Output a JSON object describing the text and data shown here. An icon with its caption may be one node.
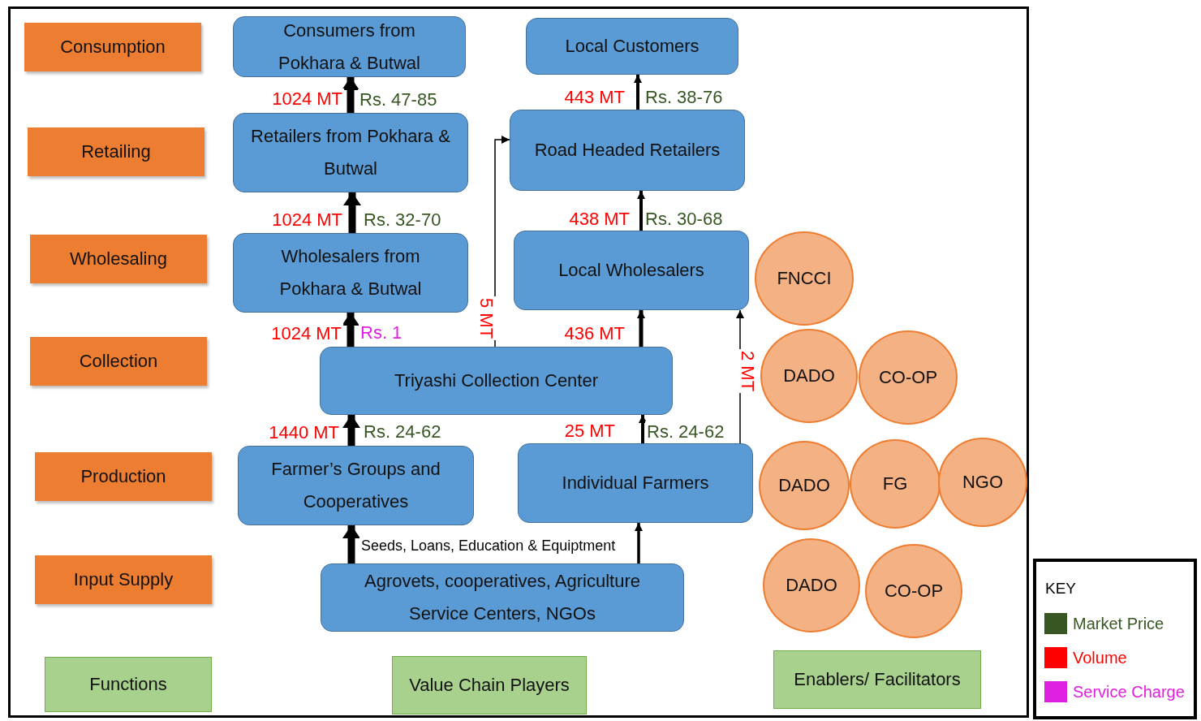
{
  "diagram": {
    "nodes": [
      {
        "text": [
          "Consumption"
        ]
      },
      {
        "text": [
          "Retailing"
        ]
      },
      {
        "text": [
          "Wholesaling"
        ]
      },
      {
        "text": [
          "Collection"
        ]
      },
      {
        "text": [
          "Production"
        ]
      },
      {
        "text": [
          "Input Supply"
        ]
      },
      {
        "text": [
          "Functions"
        ]
      },
      {
        "text": [
          "Value Chain Players"
        ]
      },
      {
        "text": [
          "Enablers/ Facilitators"
        ]
      },
      {
        "text": [
          "Consumers from Pokhara & Butwal"
        ]
      },
      {
        "text": [
          "Local Customers"
        ]
      },
      {
        "text": [
          "Retailers from Pokhara & Butwal"
        ]
      },
      {
        "text": [
          "Road Headed Retailers"
        ]
      },
      {
        "text": [
          "Wholesalers from Pokhara & Butwal"
        ]
      },
      {
        "text": [
          "Local Wholesalers"
        ]
      },
      {
        "text": [
          "Triyashi Collection Center"
        ]
      },
      {
        "text": [
          "Farmer’s Groups and Cooperatives"
        ]
      },
      {
        "text": [
          "Individual Farmers"
        ]
      },
      {
        "text": [
          "Agrovets, cooperatives, Agriculture Service Centers, NGOs"
        ]
      },
      {
        "text": [
          "FNCCI"
        ]
      },
      {
        "text": [
          "DADO"
        ]
      },
      {
        "text": [
          "CO-OP"
        ]
      },
      {
        "text": [
          "DADO"
        ]
      },
      {
        "text": [
          "FG"
        ]
      },
      {
        "text": [
          "NGO"
        ]
      },
      {
        "text": [
          "DADO"
        ]
      },
      {
        "text": [
          "CO-OP"
        ]
      }
    ],
    "edges": [
      {
        "from": 16,
        "to": 15,
        "arrow": "to",
        "label": "1440 MT",
        "style": "thick"
      },
      {
        "from": 15,
        "to": 13,
        "arrow": "to",
        "label": "1024 MT",
        "style": "thick"
      },
      {
        "from": 13,
        "to": 11,
        "arrow": "to",
        "label": "1024 MT",
        "style": "thick"
      },
      {
        "from": 11,
        "to": 9,
        "arrow": "to",
        "label": "1024 MT",
        "style": "thick"
      },
      {
        "from": 17,
        "to": 15,
        "arrow": "to",
        "label": "25 MT"
      },
      {
        "from": 15,
        "to": 14,
        "arrow": "to",
        "label": "436 MT"
      },
      {
        "from": 14,
        "to": 12,
        "arrow": "to",
        "label": "438 MT"
      },
      {
        "from": 12,
        "to": 10,
        "arrow": "to",
        "label": "443 MT"
      },
      {
        "from": 15,
        "to": 12,
        "arrow": "to",
        "label": "5 MT"
      },
      {
        "from": 17,
        "to": 14,
        "arrow": "to",
        "label": "2 MT"
      },
      {
        "from": 18,
        "to": 16,
        "arrow": "to",
        "style": "thick"
      },
      {
        "from": 18,
        "to": 17,
        "arrow": "to"
      }
    ],
    "labels": [
      "Rs. 47-85",
      "Rs. 38-76",
      "Rs. 32-70",
      "Rs. 30-68",
      "Rs. 1",
      "Rs. 24-62",
      "Rs. 24-62",
      "Seeds, Loans, Education & Equiptment",
      "KEY"
    ],
    "legend": [
      {
        "text": "Market Price",
        "color": "#375623"
      },
      {
        "text": "Volume",
        "color": "#ff0000"
      },
      {
        "text": "Service Charge",
        "color": "#e020e0"
      }
    ]
  }
}
